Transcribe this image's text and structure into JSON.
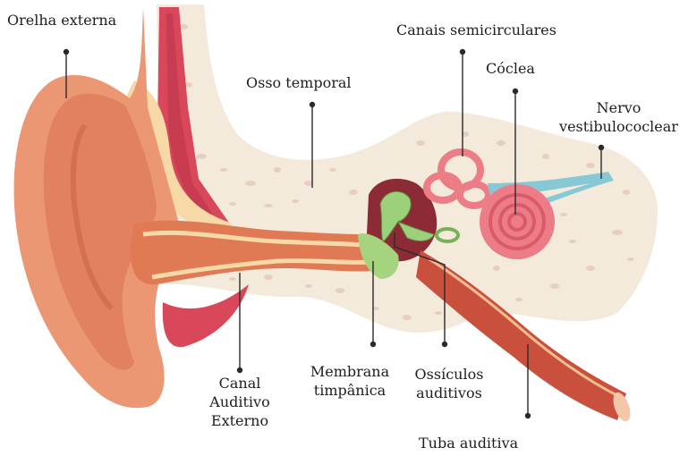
{
  "labels": {
    "orelha_externa": "Orelha externa",
    "osso_temporal": "Osso temporal",
    "canais_semicirculares": "Canais semicirculares",
    "coclea": "Cóclea",
    "nervo": [
      "Nervo",
      "vestibulococlear"
    ],
    "canal_auditivo": [
      "Canal",
      "Auditivo",
      "Externo"
    ],
    "membrana": [
      "Membrana",
      "timpânica"
    ],
    "ossiculos": [
      "Ossículos",
      "auditivos"
    ],
    "tuba": "Tuba auditiva"
  },
  "colors": {
    "bone": "#f4eadc",
    "bone_pore": "#e6cfbe",
    "skin": "#ec9773",
    "skin_dark": "#d9704e",
    "canal": "#e07a55",
    "muscle": "#d9475a",
    "fat": "#f7d9a8",
    "eardrum": "#a6d47e",
    "ossicle": "#9cd07a",
    "cochlea": "#ec7d86",
    "nerve": "#86c9d4",
    "leader_line": "#2a2a2a"
  }
}
